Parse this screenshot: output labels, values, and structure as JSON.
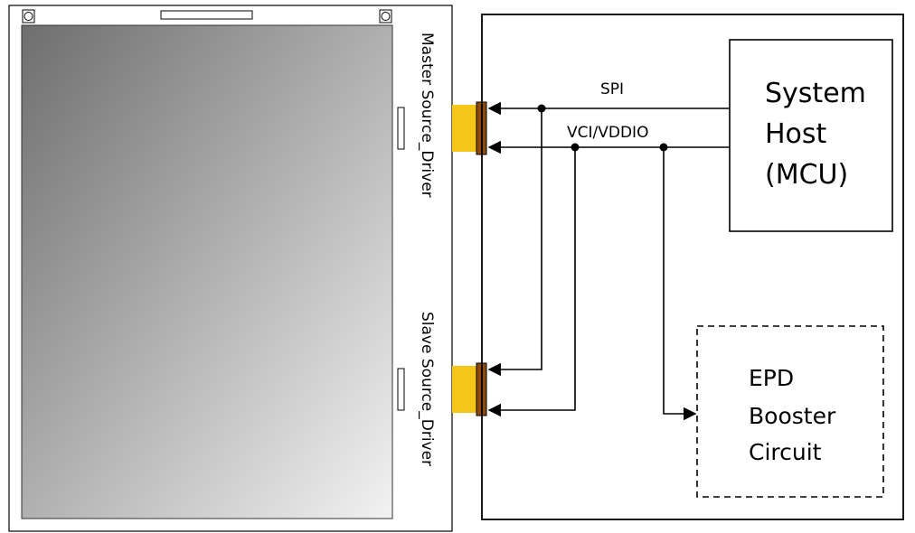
{
  "panel": {
    "master_driver_label": "Master Source_Driver",
    "slave_driver_label": "Slave Source_Driver"
  },
  "system_host": {
    "line1": "System",
    "line2": "Host",
    "line3": "(MCU)"
  },
  "booster": {
    "line1": "EPD",
    "line2": "Booster",
    "line3": "Circuit"
  },
  "signals": {
    "spi": "SPI",
    "power": "VCI/VDDIO"
  },
  "colors": {
    "fpc_yellow": "#f5c518",
    "fpc_brown": "#8b4a10",
    "outline": "#000000"
  }
}
